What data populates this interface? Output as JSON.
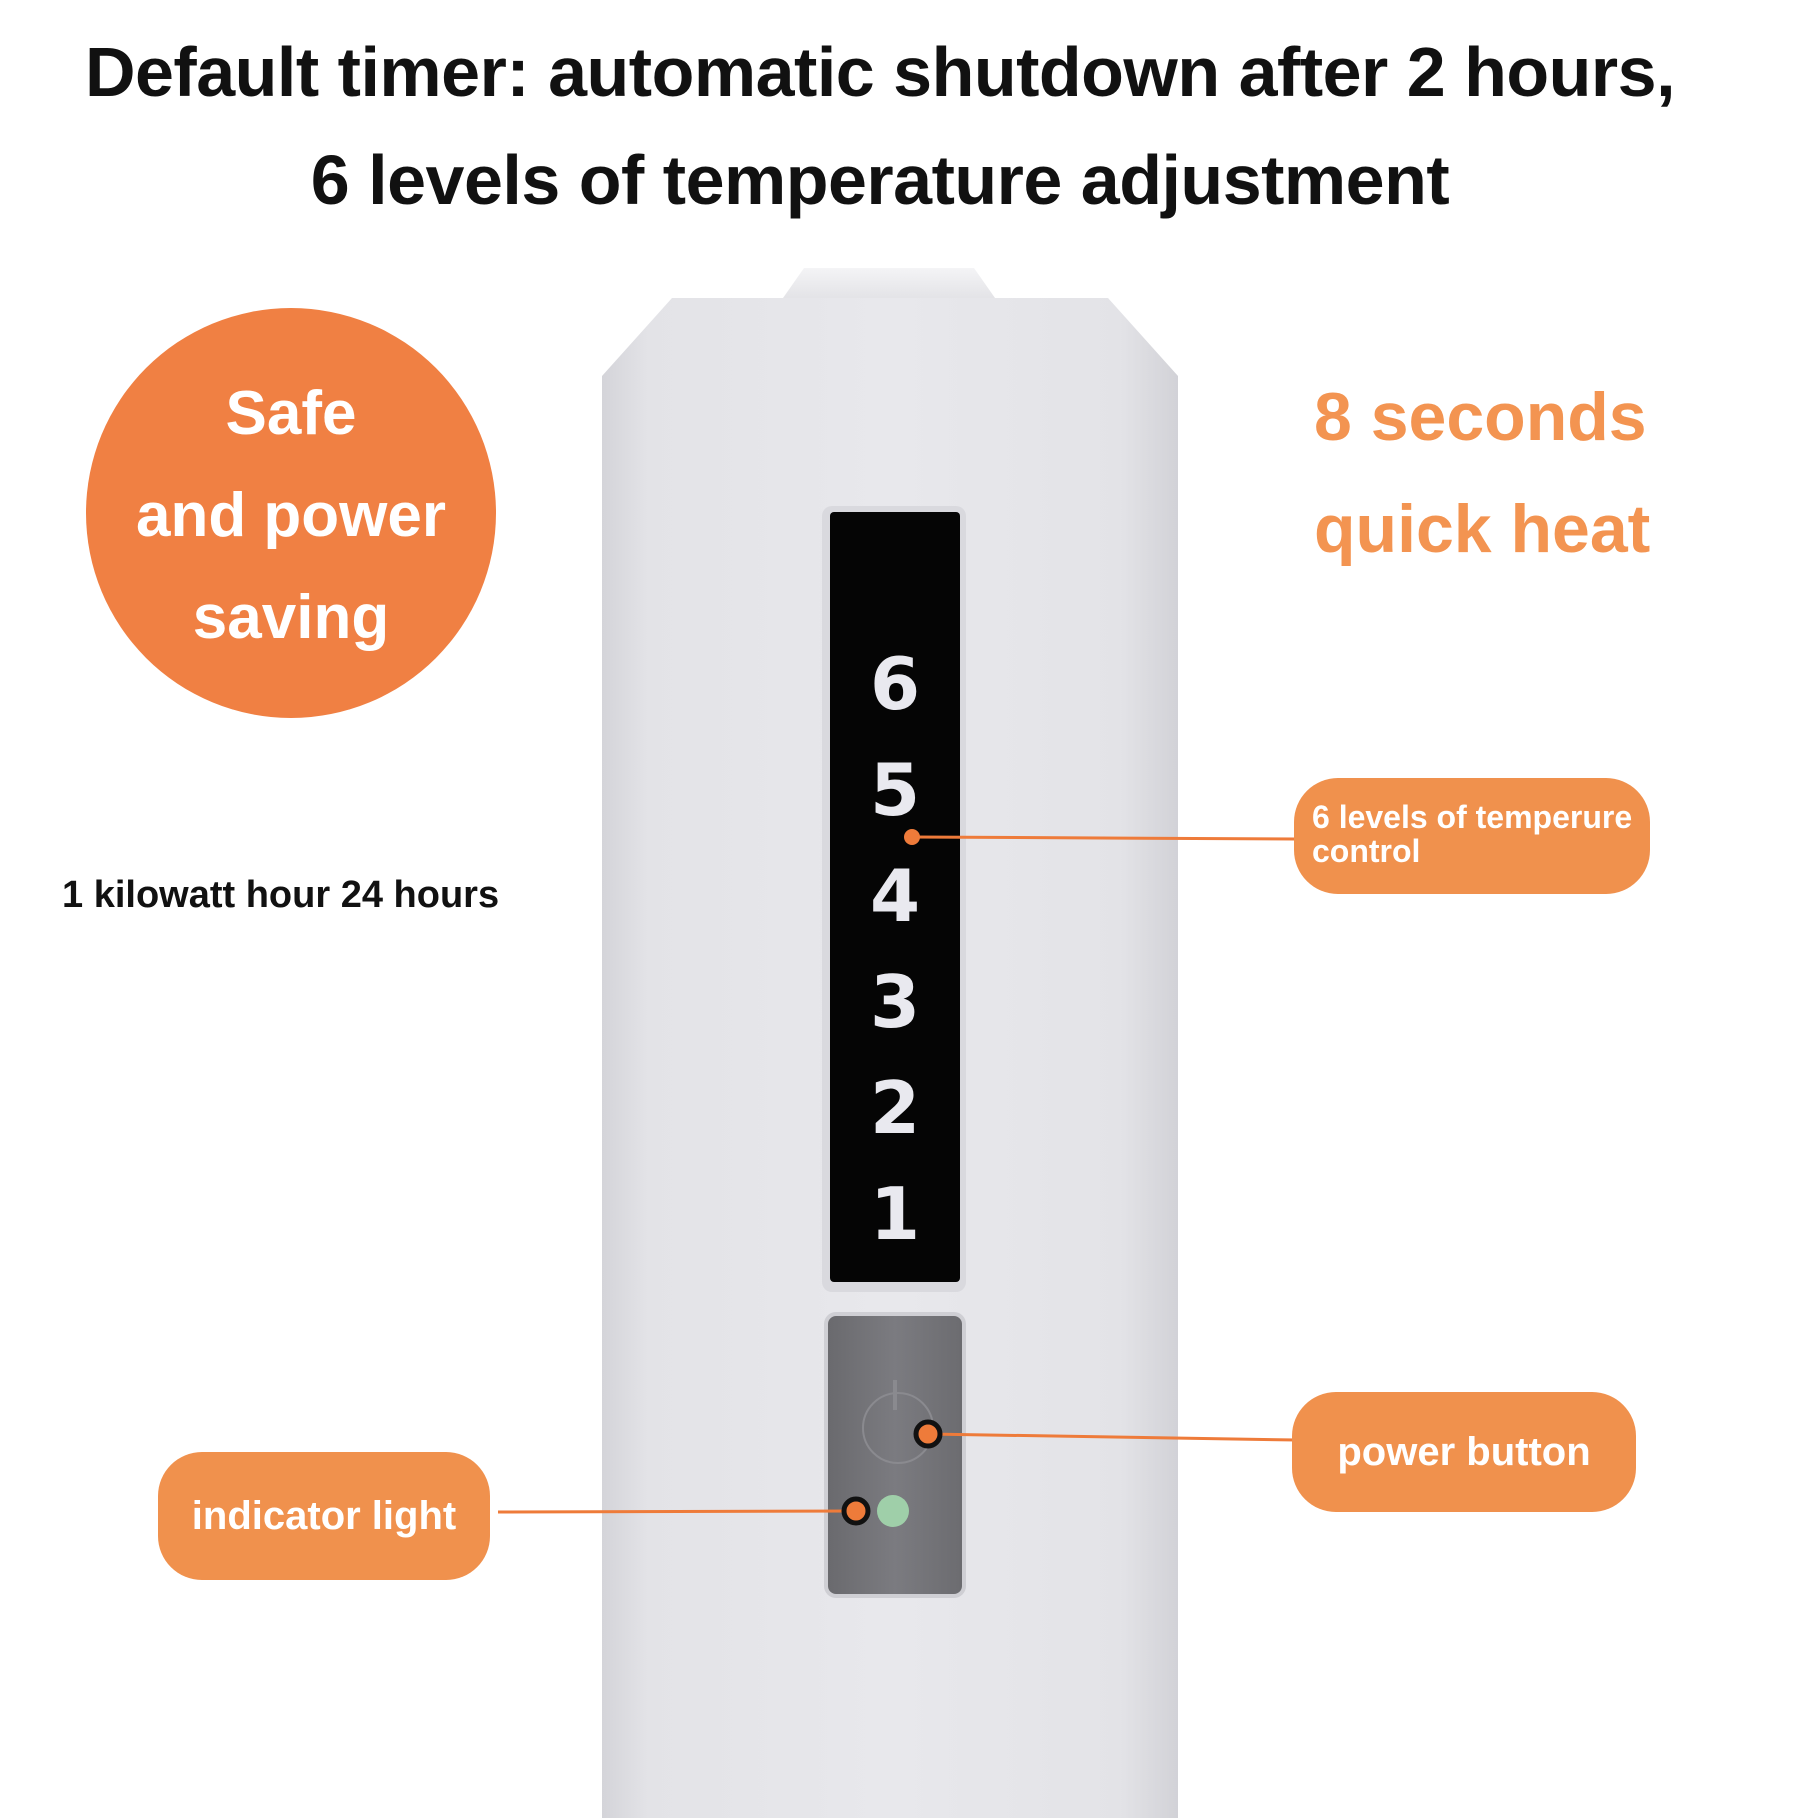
{
  "headline": {
    "line1": "Default timer: automatic shutdown after 2 hours,",
    "line2": "6 levels of temperature adjustment"
  },
  "badge": {
    "lines": [
      "Safe",
      "and power",
      "saving"
    ]
  },
  "quick_heat": {
    "line1": "8 seconds",
    "line2": "quick heat"
  },
  "energy_note": "1 kilowatt hour 24 hours",
  "display": {
    "levels": [
      "6",
      "5",
      "4",
      "3",
      "2",
      "1"
    ]
  },
  "callouts": {
    "temperature": "6 levels of temperure control",
    "power_button": "power button",
    "indicator_light": "indicator light"
  },
  "colors": {
    "accent_orange": "#f08043",
    "callout_orange": "#f0914d",
    "display_black": "#050505",
    "led_green": "#9fcfa9"
  },
  "icons": {
    "power": "power-icon",
    "led": "indicator-led-icon"
  }
}
